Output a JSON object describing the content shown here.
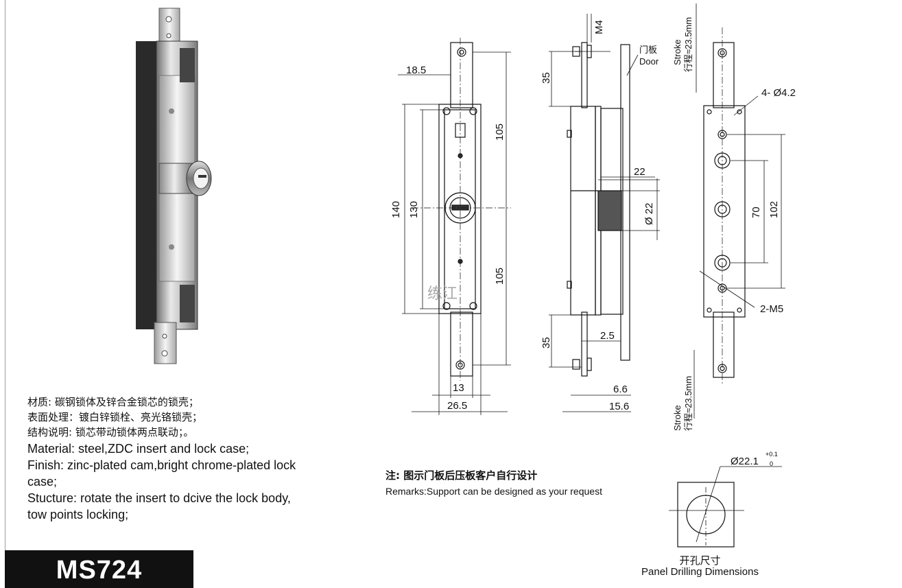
{
  "model": "MS724",
  "spec_cn": [
    "材质: 碳钢锁体及锌合金锁芯的锁壳；",
    "表面处理：镀白锌锁栓、亮光铬锁壳；",
    "结构说明: 锁芯带动锁体两点联动；。"
  ],
  "spec_en": [
    "Material: steel,ZDC insert and lock case;",
    "Finish: zinc-plated cam,bright chrome-plated lock",
    "case;",
    "Stucture: rotate the insert to dcive the lock body,",
    "tow points locking;"
  ],
  "remarks": {
    "cn": "注: 图示门板后压板客户自行设计",
    "en": "Remarks:Support can be designed as your request"
  },
  "panel_drilling": {
    "cn": "开孔尺寸",
    "en": "Panel Drilling Dimensions",
    "diameter": "22.1",
    "tol_upper": "+0.1",
    "tol_lower": "0"
  },
  "front_view": {
    "d_top_w": "18.5",
    "d_140": "140",
    "d_130": "130",
    "d_105_top": "105",
    "d_105_bottom": "105",
    "d_13": "13",
    "d_26_5": "26.5",
    "watermark": "练江"
  },
  "side_view": {
    "d_m4": "M4",
    "d_35_top": "35",
    "door_cn": "门板",
    "door_en": "Door",
    "d_22": "22",
    "d_dia22": "22",
    "d_35_bottom": "35",
    "d_2_5": "2.5",
    "d_6_6": "6.6",
    "d_15_6": "15.6"
  },
  "back_view": {
    "stroke_top_en": "Stroke",
    "stroke_top_cn": "行程≈23.5mm",
    "holes": "4- Ø4.2",
    "d_70": "70",
    "d_102": "102",
    "m5": "2-M5",
    "stroke_bottom_en": "Stroke",
    "stroke_bottom_cn": "行程≈23.5mm"
  }
}
